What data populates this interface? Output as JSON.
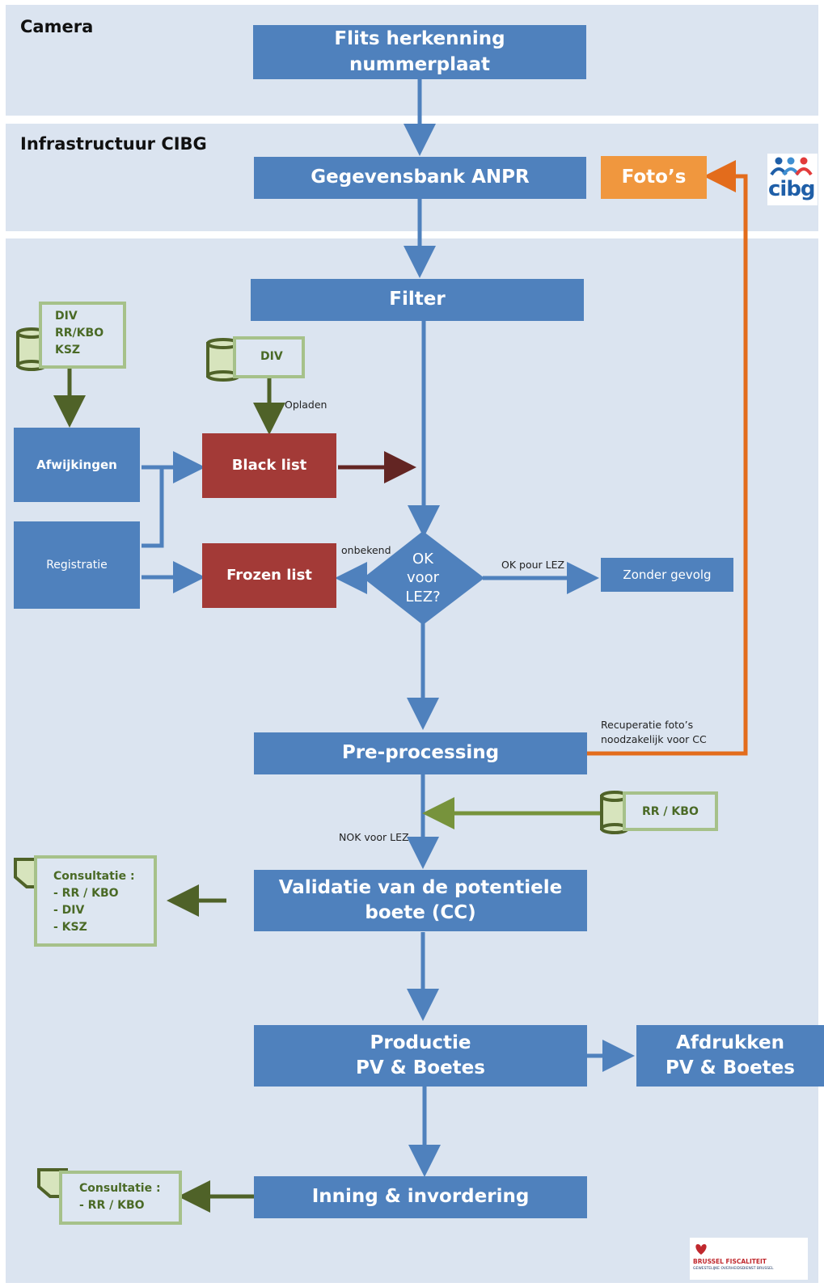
{
  "camera_band": {
    "title": "Camera"
  },
  "infra_band": {
    "title": "Infrastructuur CIBG"
  },
  "flow": {
    "flits": [
      "Flits herkenning",
      "nummerplaat"
    ],
    "anpr": "Gegevensbank ANPR",
    "fotos": "Foto’s",
    "filter": "Filter",
    "black_list": "Black list",
    "frozen_list": "Frozen list",
    "afwijkingen": "Afwijkingen",
    "registratie": "Registratie",
    "decision": [
      "OK",
      "voor",
      "LEZ?"
    ],
    "zonder_gevolg": "Zonder gevolg",
    "preprocessing": "Pre-processing",
    "validatie": [
      "Validatie van de potentiele",
      "boete (CC)"
    ],
    "productie": [
      "Productie",
      "PV & Boetes"
    ],
    "afdrukken": [
      "Afdrukken",
      "PV & Boetes"
    ],
    "inning": "Inning & invordering"
  },
  "sources": {
    "div_rr_ksz": [
      "DIV",
      "RR/KBO",
      "KSZ"
    ],
    "div": "DIV",
    "rr_kbo": "RR / KBO",
    "consult1_title": "Consultatie  :",
    "consult1_items": [
      "- RR / KBO",
      "- DIV",
      "- KSZ"
    ],
    "consult2_title": "Consultatie  :",
    "consult2_items": [
      "- RR / KBO"
    ]
  },
  "labels": {
    "opladen": "Opladen",
    "onbekend": "onbekend",
    "ok_pour_lez": "OK pour LEZ",
    "recuperatie": [
      "Recuperatie foto’s",
      "noodzakelijk voor CC"
    ],
    "nok_voor_lez": "NOK voor LEZ"
  },
  "logos": {
    "cibg": "cibg",
    "brussel_name": "BRUSSEL FISCALITEIT",
    "brussel_sub": "GEWESTELIJKE OVERHEIDSDIENST BRUSSEL"
  },
  "colors": {
    "band": "#dbe4f0",
    "process_blue": "#4f81bd",
    "list_red": "#a33a37",
    "photo_orange": "#f0973e",
    "source_green": "#4f6228",
    "source_border": "#a6c18a"
  }
}
